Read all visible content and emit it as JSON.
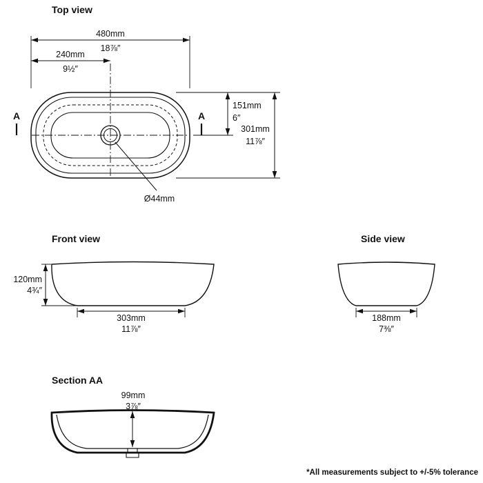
{
  "titles": {
    "top": "Top view",
    "front": "Front view",
    "side": "Side view",
    "section": "Section AA"
  },
  "top_view": {
    "dim_width_mm": "480mm",
    "dim_width_in": "18⅞″",
    "dim_half_width_mm": "240mm",
    "dim_half_width_in": "9½″",
    "dim_half_height_mm": "151mm",
    "dim_half_height_in": "6″",
    "dim_height_mm": "301mm",
    "dim_height_in": "11⅞″",
    "drain_diameter": "Ø44mm",
    "section_marker": "A"
  },
  "front_view": {
    "dim_height_mm": "120mm",
    "dim_height_in": "4¾″",
    "dim_base_mm": "303mm",
    "dim_base_in": "11⅞″"
  },
  "side_view": {
    "dim_base_mm": "188mm",
    "dim_base_in": "7⅜″"
  },
  "section_view": {
    "dim_depth_mm": "99mm",
    "dim_depth_in": "3⅞″"
  },
  "footnote": "*All measurements subject to +/-5% tolerance",
  "colors": {
    "line": "#111111",
    "background": "#ffffff"
  }
}
